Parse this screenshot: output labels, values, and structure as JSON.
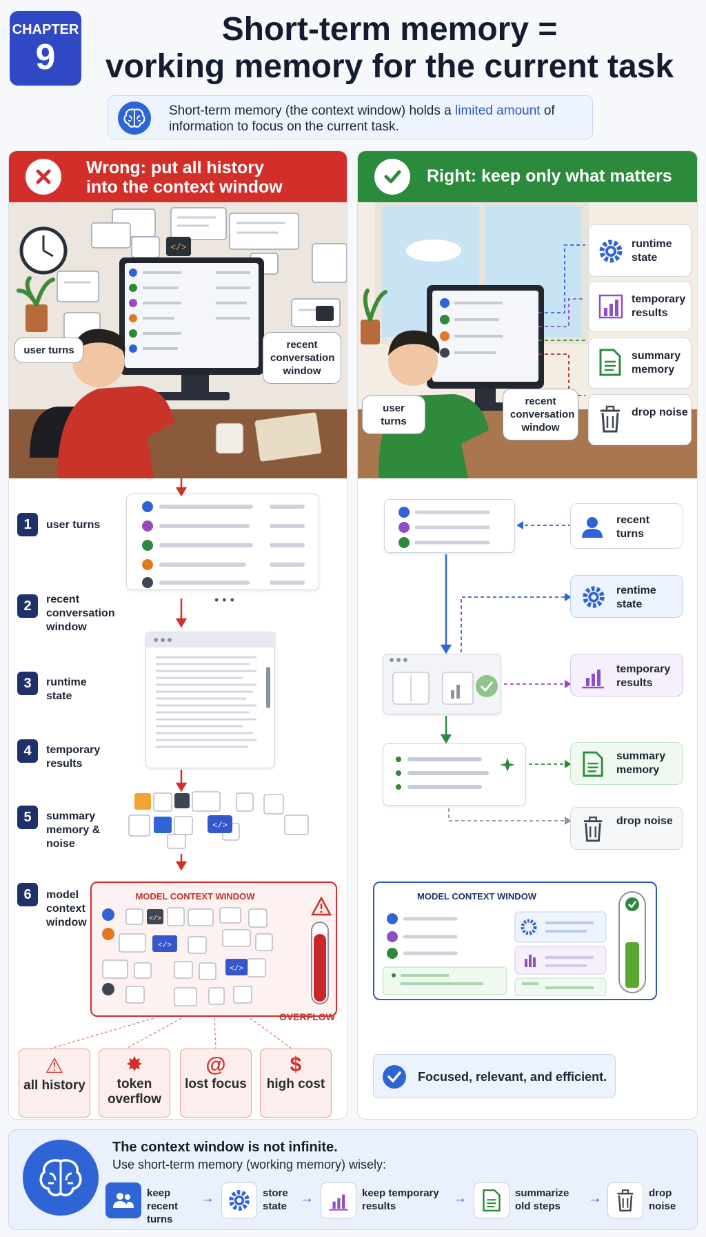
{
  "chapter": {
    "label": "CHAPTER",
    "number": "9"
  },
  "title": {
    "line1": "Short-term memory =",
    "line2": "vorking memory for the current task"
  },
  "intro": {
    "text_before": "Short-term memory (the context window) holds a ",
    "highlight": "limited amount",
    "text_after": " of information to focus on the current task."
  },
  "left": {
    "heading_line1": "Wrong: put all history",
    "heading_line2": "into the context window",
    "scene": {
      "user_turns": "user turns",
      "recent_window": "recent conversation window"
    },
    "steps": [
      {
        "num": "1",
        "label": "user turns"
      },
      {
        "num": "2",
        "label": "recent conversation window"
      },
      {
        "num": "3",
        "label": "runtime state"
      },
      {
        "num": "4",
        "label": "temporary results"
      },
      {
        "num": "5",
        "label": "summary memory & noise"
      },
      {
        "num": "6",
        "label": "model context window"
      }
    ],
    "context_title": "MODEL CONTEXT WINDOW",
    "overflow": "OVERFLOW",
    "problems": [
      {
        "symbol": "⚠",
        "label": "all history"
      },
      {
        "symbol": "✸",
        "label": "token overflow"
      },
      {
        "symbol": "@",
        "label": "lost focus"
      },
      {
        "symbol": "$",
        "label": "high cost"
      }
    ]
  },
  "right": {
    "heading": "Right: keep only what matters",
    "scene": {
      "user_turns": "user turns",
      "recent_window": "recent conversation window",
      "items": [
        {
          "icon": "gear-icon",
          "label": "runtime state"
        },
        {
          "icon": "chart-icon",
          "label": "temporary results"
        },
        {
          "icon": "document-icon",
          "label": "summary memory"
        },
        {
          "icon": "trash-icon",
          "label": "drop noise"
        }
      ]
    },
    "flow": [
      {
        "icon": "person-icon",
        "label": "recent turns"
      },
      {
        "icon": "gear-icon",
        "label": "rentime state"
      },
      {
        "icon": "chart-icon",
        "label": "temporary results"
      },
      {
        "icon": "document-icon",
        "label": "summary memory"
      },
      {
        "icon": "trash-icon",
        "label": "drop noise"
      }
    ],
    "context_title": "MODEL CONTEXT WINDOW",
    "result": "Focused, relevant, and efficient."
  },
  "footer": {
    "title": "The context window is not infinite.",
    "subtitle": "Use short-term memory (working memory) wisely:",
    "steps": [
      {
        "icon": "people-icon",
        "label": "keep recent turns"
      },
      {
        "icon": "gear-icon",
        "label": "store state"
      },
      {
        "icon": "chart-icon",
        "label": "keep temporary results"
      },
      {
        "icon": "document-icon",
        "label": "summarize old steps"
      },
      {
        "icon": "trash-icon",
        "label": "drop noise"
      }
    ]
  },
  "colors": {
    "accent": "#3148c4",
    "wrong": "#d22f2a",
    "right": "#2c8a3c",
    "blue": "#2f64d6"
  }
}
